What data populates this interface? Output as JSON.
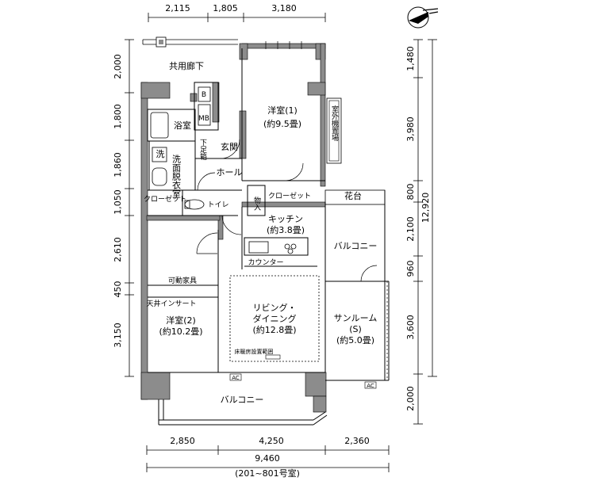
{
  "dimensions": {
    "top": [
      "2,115",
      "1,805",
      "3,180"
    ],
    "bottom": [
      "2,850",
      "4,250",
      "2,360"
    ],
    "bottom_total": "9,460",
    "left": [
      "2,000",
      "1,800",
      "1,860",
      "1,050",
      "2,610",
      "450",
      "3,150"
    ],
    "right": [
      "1,480",
      "3,980",
      "800",
      "2,100",
      "960",
      "3,600",
      "2,000"
    ],
    "right_total": "12,920"
  },
  "rooms": {
    "shared_corridor": "共用廊下",
    "western_room_1": "洋室(1)",
    "western_room_1_size": "(約9.5畳)",
    "bathroom": "浴室",
    "washer": "洗",
    "dressing_room": "洗面脱衣室",
    "shoe_box": "下足箱",
    "entrance": "玄関",
    "meter_box": "MB",
    "b_box": "B",
    "hall": "ホール",
    "outdoor_unit": "室外機置場",
    "closet_left": "クローゼット",
    "toilet": "トイレ",
    "storage": "物入",
    "closet_kitchen": "クローゼット",
    "flower_bed": "花台",
    "kitchen": "キッチン",
    "kitchen_size": "(約3.8畳)",
    "balcony_right": "バルコニー",
    "counter": "カウンター",
    "movable_furniture": "可動家具",
    "ceiling_insert": "天井インサート",
    "living_dining_1": "リビング・",
    "living_dining_2": "ダイニング",
    "living_dining_size": "(約12.8畳)",
    "floor_heating": "床暖房設置範囲",
    "sunroom": "サンルーム",
    "sunroom_s": "(S)",
    "sunroom_size": "(約5.0畳)",
    "western_room_2": "洋室(2)",
    "western_room_2_size": "(約10.2畳)",
    "balcony_bottom": "バルコニー",
    "ac_label": "AC",
    "ac_label_2": "AC"
  },
  "unit_caption": "(201~801号室)",
  "colors": {
    "wall": "#8c8c8c",
    "line": "#000000",
    "background": "#ffffff"
  },
  "icons": [
    "north-arrow-icon"
  ]
}
